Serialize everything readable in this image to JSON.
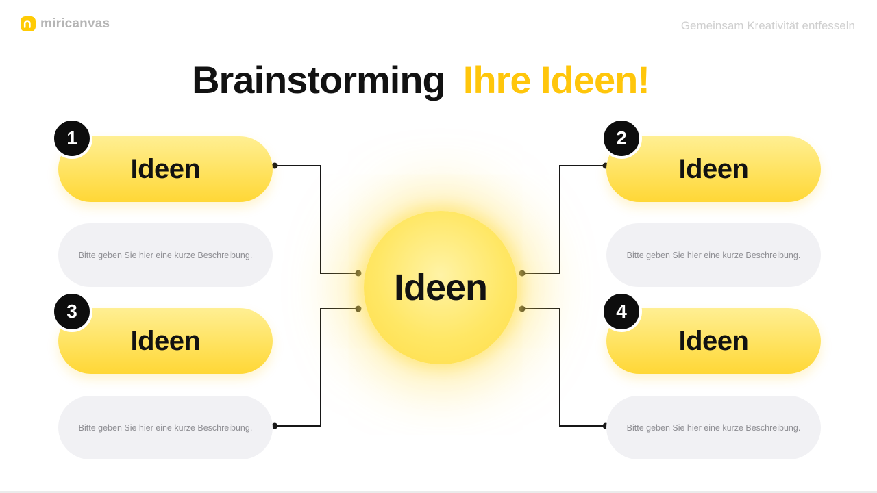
{
  "header": {
    "logo_text": "miricanvas",
    "tagline": "Gemeinsam Kreativität entfesseln"
  },
  "title": {
    "part_black": "Brainstorming",
    "part_yellow": "Ihre Ideen!"
  },
  "center_node": {
    "label": "Ideen"
  },
  "nodes": [
    {
      "number": "1",
      "label": "Ideen",
      "description": "Bitte geben Sie hier eine kurze Beschreibung."
    },
    {
      "number": "2",
      "label": "Ideen",
      "description": "Bitte geben Sie hier eine kurze Beschreibung."
    },
    {
      "number": "3",
      "label": "Ideen",
      "description": "Bitte geben Sie hier eine kurze Beschreibung."
    },
    {
      "number": "4",
      "label": "Ideen",
      "description": "Bitte geben Sie hier eine kurze Beschreibung."
    }
  ],
  "colors": {
    "accent_yellow": "#FFC60B",
    "pill_gradient_top": "#FFEF93",
    "pill_gradient_bottom": "#FFD736",
    "badge_black": "#0D0D0D",
    "description_bg": "#F1F1F4",
    "muted_text": "#8F8F94",
    "connector": "#171717"
  }
}
